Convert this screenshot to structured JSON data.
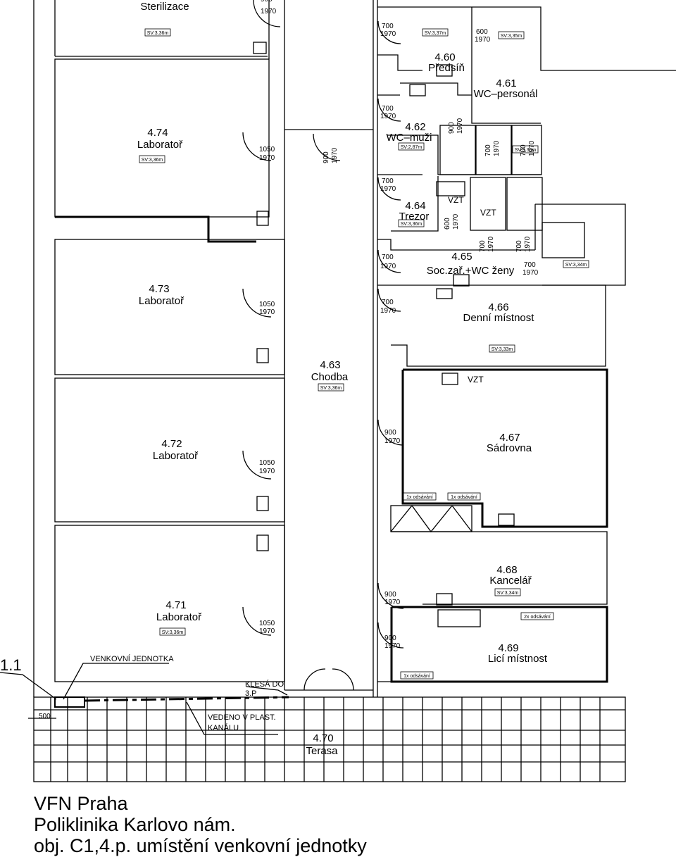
{
  "rooms": [
    {
      "id": "r_ster",
      "num": "",
      "name": "Sterilizace"
    },
    {
      "id": "r474",
      "num": "4.74",
      "name": "Laboratoř"
    },
    {
      "id": "r473",
      "num": "4.73",
      "name": "Laboratoř"
    },
    {
      "id": "r472",
      "num": "4.72",
      "name": "Laboratoř"
    },
    {
      "id": "r471",
      "num": "4.71",
      "name": "Laboratoř"
    },
    {
      "id": "r463",
      "num": "4.63",
      "name": "Chodba"
    },
    {
      "id": "r460",
      "num": "4.60",
      "name": "Předsíň"
    },
    {
      "id": "r461",
      "num": "4.61",
      "name": "WC–personál"
    },
    {
      "id": "r462",
      "num": "4.62",
      "name": "WC–muži"
    },
    {
      "id": "r464",
      "num": "4.64",
      "name": "Trezor"
    },
    {
      "id": "r465",
      "num": "4.65",
      "name": "Soc.zař.+WC  ženy"
    },
    {
      "id": "r466",
      "num": "4.66",
      "name": "Denní  místnost"
    },
    {
      "id": "r467",
      "num": "4.67",
      "name": "Sádrovna"
    },
    {
      "id": "r468",
      "num": "4.68",
      "name": "Kancelář"
    },
    {
      "id": "r469",
      "num": "4.69",
      "name": "Licí  místnost"
    },
    {
      "id": "r470",
      "num": "4.70",
      "name": "Terasa"
    }
  ],
  "height_tags": [
    "SV:3,36m",
    "SV:3,37m",
    "SV:3,35m",
    "SV:3,36m",
    "SV:2,87m",
    "SV:3,35m",
    "SV:3,36m",
    "SV:3,34m",
    "SV:3,33m",
    "SV:3,36m",
    "SV:3,34m",
    "SV:3,36m"
  ],
  "door_tags": [
    {
      "w": "900",
      "h": "1970"
    },
    {
      "w": "700",
      "h": "1970"
    },
    {
      "w": "600",
      "h": "1970"
    },
    {
      "w": "1050",
      "h": "1970"
    },
    {
      "w": "900",
      "h": "1970"
    },
    {
      "w": "700",
      "h": "1970"
    },
    {
      "w": "700",
      "h": "1970"
    },
    {
      "w": "700",
      "h": "1970"
    },
    {
      "w": "700",
      "h": "1970"
    },
    {
      "w": "700",
      "h": "1970"
    },
    {
      "w": "600",
      "h": "1970"
    },
    {
      "w": "700",
      "h": "1970"
    },
    {
      "w": "700",
      "h": "1970"
    },
    {
      "w": "700",
      "h": "1970"
    },
    {
      "w": "700",
      "h": "1970"
    },
    {
      "w": "700",
      "h": "1970"
    },
    {
      "w": "1050",
      "h": "1970"
    },
    {
      "w": "700",
      "h": "1970"
    },
    {
      "w": "1050",
      "h": "1970"
    },
    {
      "w": "900",
      "h": "1970"
    },
    {
      "w": "1050",
      "h": "1970"
    },
    {
      "w": "900",
      "h": "1970"
    },
    {
      "w": "1050",
      "h": "1970"
    },
    {
      "w": "900",
      "h": "1970"
    },
    {
      "w": "900",
      "h": "1970"
    }
  ],
  "vzt_tags": [
    "VZT",
    "VZT",
    "VZT"
  ],
  "exhaust_tags": [
    "1x odsávání",
    "1x odsávání",
    "2x odsávání",
    "1x odsávání"
  ],
  "annotations": {
    "outdoor_unit": "VENKOVNÍ JEDNOTKA",
    "unit_id": "1.1",
    "dimension": "500",
    "drop_note_l1": "KLESÁ DO",
    "drop_note_l2": "3.P",
    "duct_note_l1": "VEDENO V PLAST.",
    "duct_note_l2": "KANÁLU"
  },
  "caption": {
    "line1": "VFN Praha",
    "line2": "Poliklinika Karlovo nám.",
    "line3": "obj. C1,4.p. umístění venkovní jednotky"
  }
}
